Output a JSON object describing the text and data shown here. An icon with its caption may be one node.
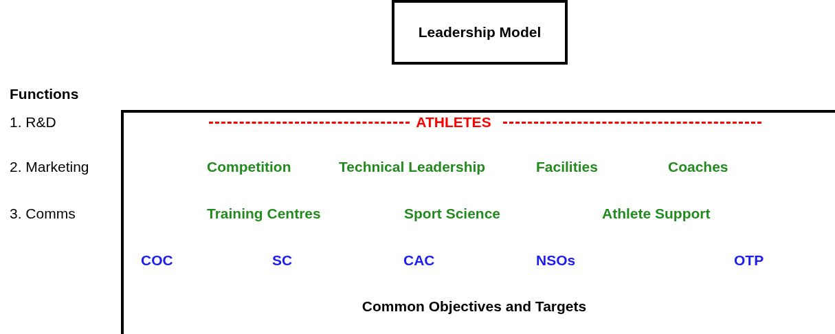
{
  "diagram": {
    "nodes": [
      {
        "text": [
          "Leadership Model"
        ]
      },
      {
        "text": [
          "ATHLETES",
          "Competition",
          "Technical Leadership",
          "Facilities",
          "Coaches",
          "Training Centres",
          "Sport Science",
          "Athlete Support",
          "COC",
          "SC",
          "CAC",
          "NSOs",
          "OTP",
          "Common Objectives and Targets"
        ]
      }
    ],
    "edges": [],
    "labels": [
      "Functions",
      "1. R&D",
      "2. Marketing",
      "3. Comms"
    ]
  }
}
